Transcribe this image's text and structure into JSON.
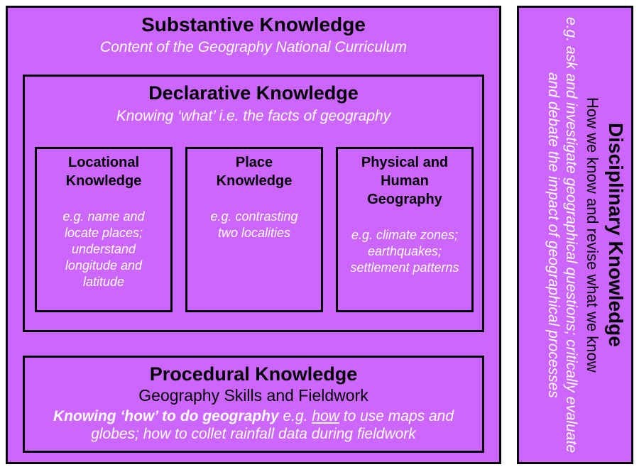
{
  "substantive": {
    "title": "Substantive Knowledge",
    "subtitle": "Content of the Geography National Curriculum"
  },
  "declarative": {
    "title": "Declarative Knowledge",
    "subtitle": "Knowing ‘what’ i.e. the facts of geography",
    "cards": [
      {
        "title": "Locational Knowledge",
        "body": "e.g. name and locate places; understand longitude and latitude"
      },
      {
        "title": "Place Knowledge",
        "body": "e.g. contrasting two localities"
      },
      {
        "title": "Physical and Human Geography",
        "body": "e.g. climate zones; earthquakes; settlement patterns"
      }
    ]
  },
  "procedural": {
    "title": "Procedural Knowledge",
    "subtitle": "Geography Skills and Fieldwork",
    "desc_bold": "Knowing ‘how’ to do geography",
    "desc_pre": " e.g. ",
    "desc_underline": "how",
    "desc_post": " to use maps and globes; how to collet rainfall data during fieldwork"
  },
  "disciplinary": {
    "title": "Disciplinary Knowledge",
    "line1": "How we know and revise what we know",
    "desc": "e.g. ask and investigate geographical questions; critically evaluate and debate the impact of geographical processes"
  },
  "colors": {
    "box_fill": "#cc66ff",
    "border": "#000000",
    "accent_text": "#ffffff"
  }
}
